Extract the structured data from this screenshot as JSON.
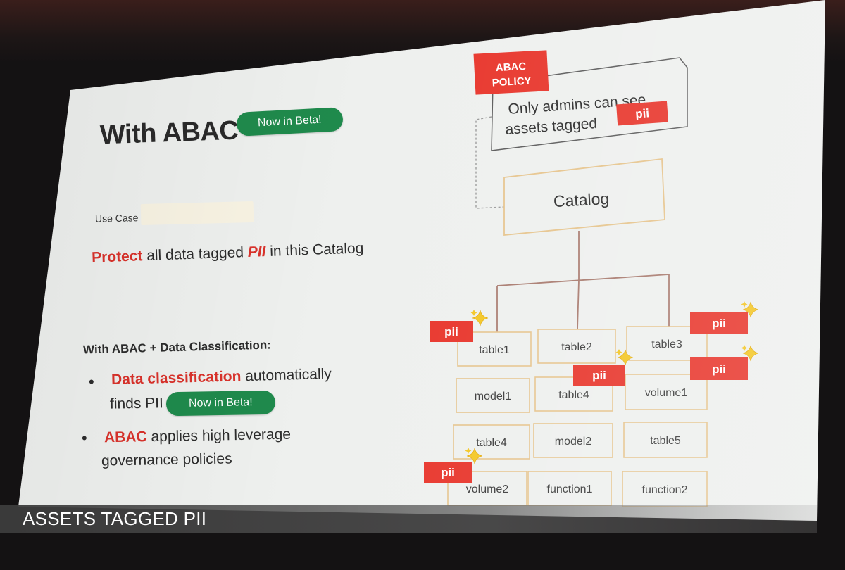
{
  "slide": {
    "title": "With ABAC",
    "beta_badge": "Now in Beta!",
    "use_case_label": "Use Case",
    "protect_line": {
      "word_protect": "Protect",
      "text_mid": " all data tagged ",
      "word_pii": "PII",
      "text_end": " in this Catalog"
    },
    "with_abac_dc": "With ABAC + Data Classification:",
    "bullets": [
      {
        "highlight": "Data classification",
        "line1_rest": " automatically",
        "line2": "finds PII",
        "badge": "Now in Beta!"
      },
      {
        "highlight": "ABAC",
        "line1_rest": " applies high leverage",
        "line2": "governance policies"
      }
    ]
  },
  "diagram": {
    "policy_tag_line1": "ABAC",
    "policy_tag_line2": "POLICY",
    "policy_text_line1": "Only admins can see",
    "policy_text_line2": "assets tagged",
    "policy_pii_tag": "pii",
    "catalog_label": "Catalog",
    "pii_tag": "pii",
    "assets": [
      {
        "label": "table1",
        "pii": true
      },
      {
        "label": "table2",
        "pii": false
      },
      {
        "label": "table3",
        "pii": true
      },
      {
        "label": "model1",
        "pii": false
      },
      {
        "label": "table4",
        "pii": true
      },
      {
        "label": "volume1",
        "pii": true
      },
      {
        "label": "table4",
        "pii": false
      },
      {
        "label": "model2",
        "pii": false
      },
      {
        "label": "table5",
        "pii": false
      },
      {
        "label": "volume2",
        "pii": true
      },
      {
        "label": "function1",
        "pii": false
      },
      {
        "label": "function2",
        "pii": false
      }
    ]
  },
  "caption": "ASSETS TAGGED PII",
  "colors": {
    "tag_red": "#e8352b",
    "beta_green": "#1f8a4c",
    "box_border": "#e6c48c",
    "line": "#a87a6e"
  }
}
